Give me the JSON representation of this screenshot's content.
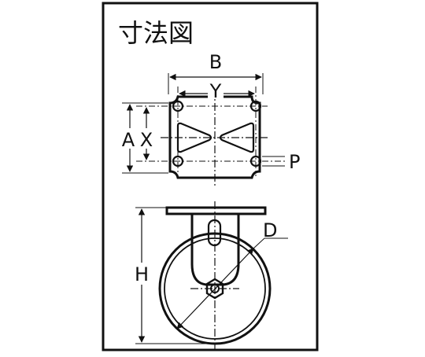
{
  "title": "寸法図",
  "labels": {
    "b": "B",
    "y": "Y",
    "a": "A",
    "x": "X",
    "p": "P",
    "d": "D",
    "h": "H"
  },
  "colors": {
    "ink": "#111111",
    "background": "#ffffff"
  }
}
